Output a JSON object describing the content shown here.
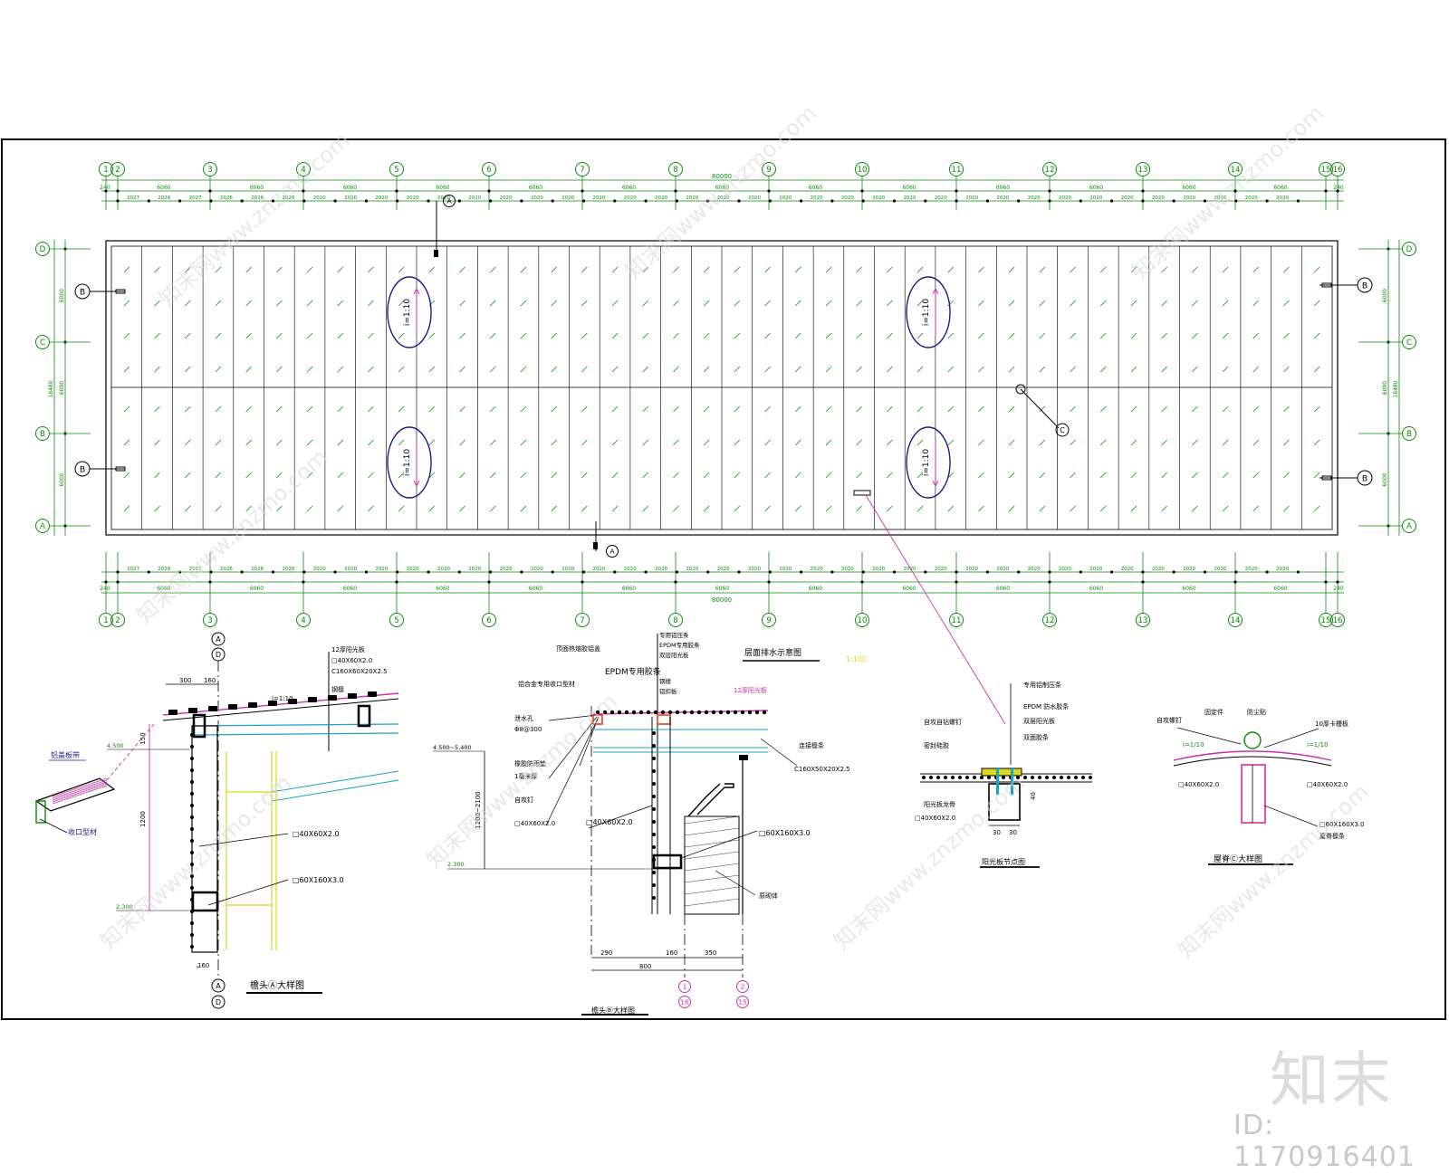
{
  "plan": {
    "grid_top": [
      "1",
      "2",
      "3",
      "4",
      "5",
      "6",
      "7",
      "8",
      "9",
      "10",
      "11",
      "12",
      "13",
      "14",
      "15",
      "16"
    ],
    "grid_side_left": [
      "D",
      "C",
      "B",
      "A"
    ],
    "grid_side_right": [
      "D",
      "C",
      "B",
      "A"
    ],
    "overall_length": "80000",
    "bay_width": "6060",
    "sub_dims_top": [
      "2027",
      "2026",
      "2027",
      "2026",
      "2026",
      "2026",
      "2020",
      "2020",
      "2020",
      "2020",
      "2020",
      "2020",
      "2020",
      "2020",
      "2020",
      "2020",
      "2020",
      "2020",
      "2020",
      "2020",
      "2020",
      "2020",
      "2020",
      "2020",
      "2020",
      "2020",
      "2020",
      "2020",
      "2020",
      "2020",
      "2020",
      "2020",
      "2020",
      "2020",
      "2020",
      "2020",
      "2020",
      "2020",
      "2020",
      "2020",
      "2027",
      "2026",
      "2027"
    ],
    "end_dim": "240",
    "side_dims": [
      "6000",
      "6000",
      "6000"
    ],
    "side_total": "18480",
    "slope_label": "i=1:10",
    "detail_markers": [
      "A",
      "B",
      "C"
    ]
  },
  "details": {
    "title_plan": "层面排水示意图",
    "plan_scale": "1:100",
    "detA": {
      "title": "檐头Ⓐ大样图",
      "grid_top": [
        "A",
        "D"
      ],
      "grid_bot": [
        "A",
        "D"
      ],
      "notes": [
        "12厚阳光板",
        "□40X60X2.0",
        "C160X60X20X2.5",
        "钢檩"
      ],
      "slope": "i=1:10",
      "dims_top": [
        "300",
        "160"
      ],
      "elev_top": "4.500",
      "elev_bot": "2.300",
      "height": "1200",
      "height2": "150",
      "dim_bot": "160",
      "tube1": "□40X60X2.0",
      "tube2": "□60X160X3.0",
      "gutter_label": "铝盖板带",
      "edge_label": "收口型材"
    },
    "detB": {
      "title": "檐头Ⓑ大样图",
      "notes_left": [
        "顶面热熔胶铝盖",
        "铝合金专用收口型材",
        "EPDM专用胶条",
        "泄水孔",
        "Φ8@300",
        "橡胶防雨垫",
        "1毫米厚",
        "自攻钉",
        "□40X60X2.0"
      ],
      "notes_top": [
        "专用铝压条",
        "EPDM专用胶条",
        "双层阳光板",
        "钢檩",
        "铝扣板"
      ],
      "sheet": "12厚阳光板",
      "beam": "C160X50X20X2.5",
      "beam_label": "连接檩条",
      "elev_top": "4.500~5.400",
      "elev_bot": "2.300",
      "height": "1200~2100",
      "tube1": "□40X60X2.0",
      "tube2": "□60X160X3.0",
      "wall": "原砌体",
      "dims": [
        "290",
        "160",
        "350"
      ],
      "total": "800",
      "grid_bot": [
        "1",
        "16",
        "2",
        "15"
      ]
    },
    "detJoint": {
      "title": "阳光板节点图",
      "labels": [
        "专用铝制压条",
        "EPDM 防水胶条",
        "双层阳光板",
        "双面胶条",
        "自攻自钻螺钉",
        "密封硅胶",
        "阳光板龙骨",
        "□40X60X2.0"
      ],
      "dims": [
        "30",
        "30"
      ],
      "h": "40"
    },
    "detC": {
      "title": "屋脊Ⓒ大样图",
      "labels": [
        "自攻螺钉",
        "固定件",
        "防尘贴",
        "10厚卡槽板",
        "i=1/10",
        "i=1/10",
        "□40X60X2.0",
        "□40X60X2.0",
        "□60X160X3.0",
        "屋脊檩条"
      ]
    }
  },
  "watermark": {
    "logo": "知末",
    "id": "ID: 1170916401",
    "diag": "知末网www.znzmo.com"
  }
}
